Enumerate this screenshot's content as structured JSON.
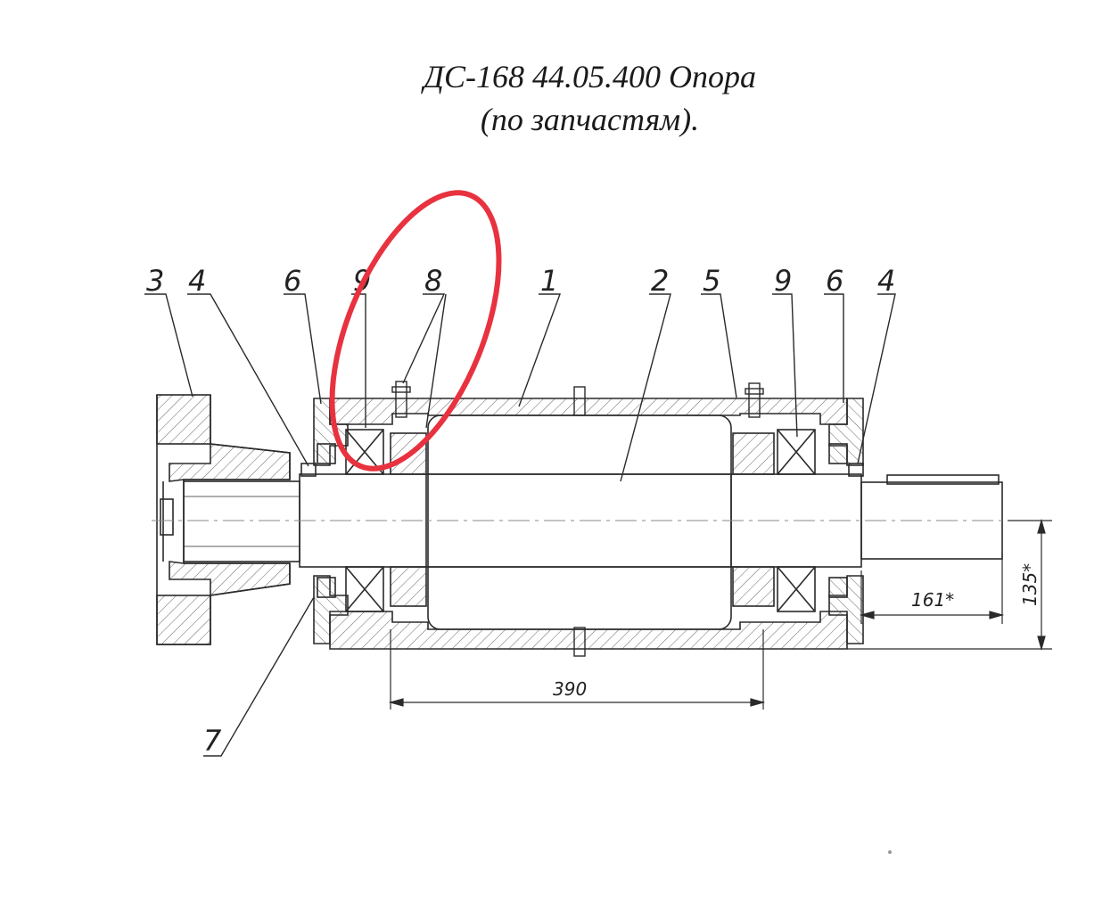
{
  "title": {
    "line1": "ДС-168 44.05.400 Опора",
    "line2": "(по запчастям)."
  },
  "callouts": {
    "c3": "3",
    "c4_left": "4",
    "c6_left": "6",
    "c9_left": "9",
    "c8": "8",
    "c1": "1",
    "c2": "2",
    "c5": "5",
    "c9_right": "9",
    "c6_right": "6",
    "c4_right": "4",
    "c7": "7"
  },
  "dimensions": {
    "d390": "390",
    "d161": "161*",
    "d135": "135*"
  },
  "colors": {
    "line": "#2a2a2a",
    "hatch": "#555555",
    "highlight": "#e8323f"
  }
}
